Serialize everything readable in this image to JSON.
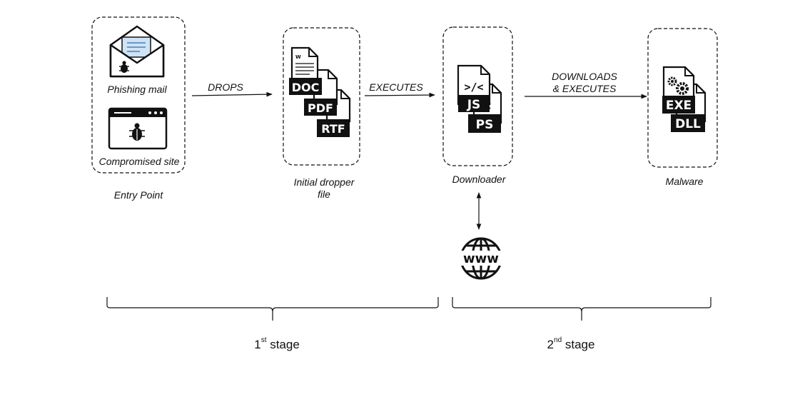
{
  "nodes": {
    "entry": {
      "phishing_label": "Phishing mail",
      "compromised_label": "Compromised site",
      "caption": "Entry Point",
      "icons": [
        "envelope-bug-icon",
        "browser-bug-icon"
      ]
    },
    "dropper": {
      "caption_line1": "Initial dropper",
      "caption_line2": "file",
      "icon_word_tag": "W",
      "doc_badge": "DOC",
      "pdf_badge": "PDF",
      "rtf_badge": "RTF"
    },
    "downloader": {
      "caption": "Downloader",
      "js_glyph": ">/<",
      "js_badge": "JS",
      "ps_glyph": "<",
      "ps_badge": "PS"
    },
    "malware": {
      "caption": "Malware",
      "exe_badge": "EXE",
      "dll_badge": "DLL"
    }
  },
  "edges": {
    "drops": "DROPS",
    "executes": "EXECUTES",
    "downloads_line1": "DOWNLOADS",
    "downloads_line2": "& EXECUTES"
  },
  "www": {
    "label": "www",
    "icon": "globe-www-icon"
  },
  "stages": {
    "first": {
      "num": "1",
      "sup": "st",
      "word": " stage"
    },
    "second": {
      "num": "2",
      "sup": "nd",
      "word": " stage"
    }
  }
}
